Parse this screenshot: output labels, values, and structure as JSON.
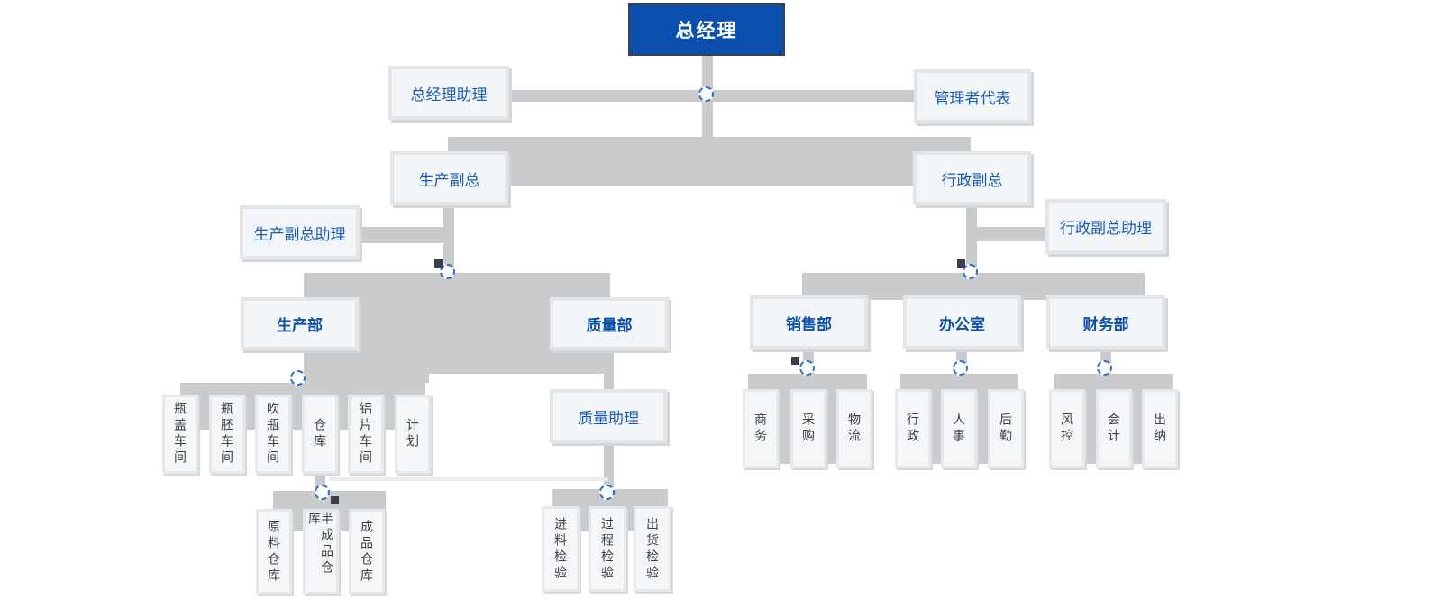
{
  "org": {
    "root": {
      "label": "总经理"
    },
    "assistants": {
      "gm_assistant": {
        "label": "总经理助理"
      },
      "mgmt_rep": {
        "label": "管理者代表"
      }
    },
    "vps": {
      "production_vp": {
        "label": "生产副总"
      },
      "production_vp_assistant": {
        "label": "生产副总助理"
      },
      "admin_vp": {
        "label": "行政副总"
      },
      "admin_vp_assistant": {
        "label": "行政副总助理"
      }
    },
    "departments": {
      "production": {
        "label": "生产部",
        "units": [
          "瓶盖车间",
          "瓶胚车间",
          "吹瓶车间",
          "仓库",
          "铝片车间",
          "计划"
        ],
        "warehouse_units": [
          "原料仓库",
          "半成品仓库",
          "成品仓库"
        ]
      },
      "quality": {
        "label": "质量部",
        "assistant_label": "质量助理",
        "units": [
          "进料检验",
          "过程检验",
          "出货检验"
        ]
      },
      "sales": {
        "label": "销售部",
        "units": [
          "商务",
          "采购",
          "物流"
        ]
      },
      "office": {
        "label": "办公室",
        "units": [
          "行政",
          "人事",
          "后勤"
        ]
      },
      "finance": {
        "label": "财务部",
        "units": [
          "风控",
          "会计",
          "出纳"
        ]
      }
    }
  },
  "colors": {
    "root_bg": "#0a4fae",
    "root_border": "#3b4147",
    "root_text": "#ffffff",
    "node_text": "#1b5cb3",
    "dept_text": "#0d4fa8",
    "unit_text": "#3c4146",
    "node_bg": "#f3f6f8",
    "connector": "#c9cbcc",
    "junction_border": "#2f6fc4",
    "endpoint_handle": "#3a3f44"
  }
}
